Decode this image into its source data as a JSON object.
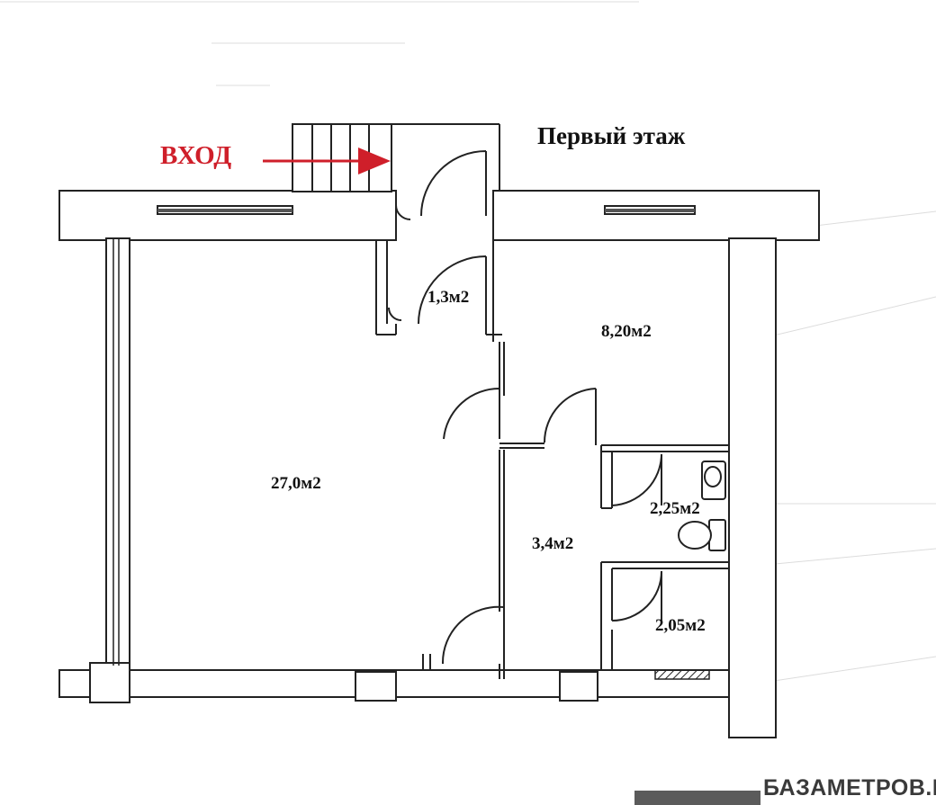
{
  "plan": {
    "title": "Первый этаж",
    "entry_label": "ВХОД",
    "rooms": [
      {
        "id": "main-hall",
        "area": "27,0м2"
      },
      {
        "id": "vestibule",
        "area": "1,3м2"
      },
      {
        "id": "office",
        "area": "8,20м2"
      },
      {
        "id": "corridor",
        "area": "3,4м2"
      },
      {
        "id": "bathroom",
        "area": "2,25м2"
      },
      {
        "id": "storage",
        "area": "2,05м2"
      }
    ]
  },
  "watermark": {
    "text": "БАЗАМЕТРОВ.РУ"
  },
  "colors": {
    "wall_line": "#222222",
    "entry_arrow": "#cf1f2a",
    "hatch": "#c9c9c9"
  }
}
